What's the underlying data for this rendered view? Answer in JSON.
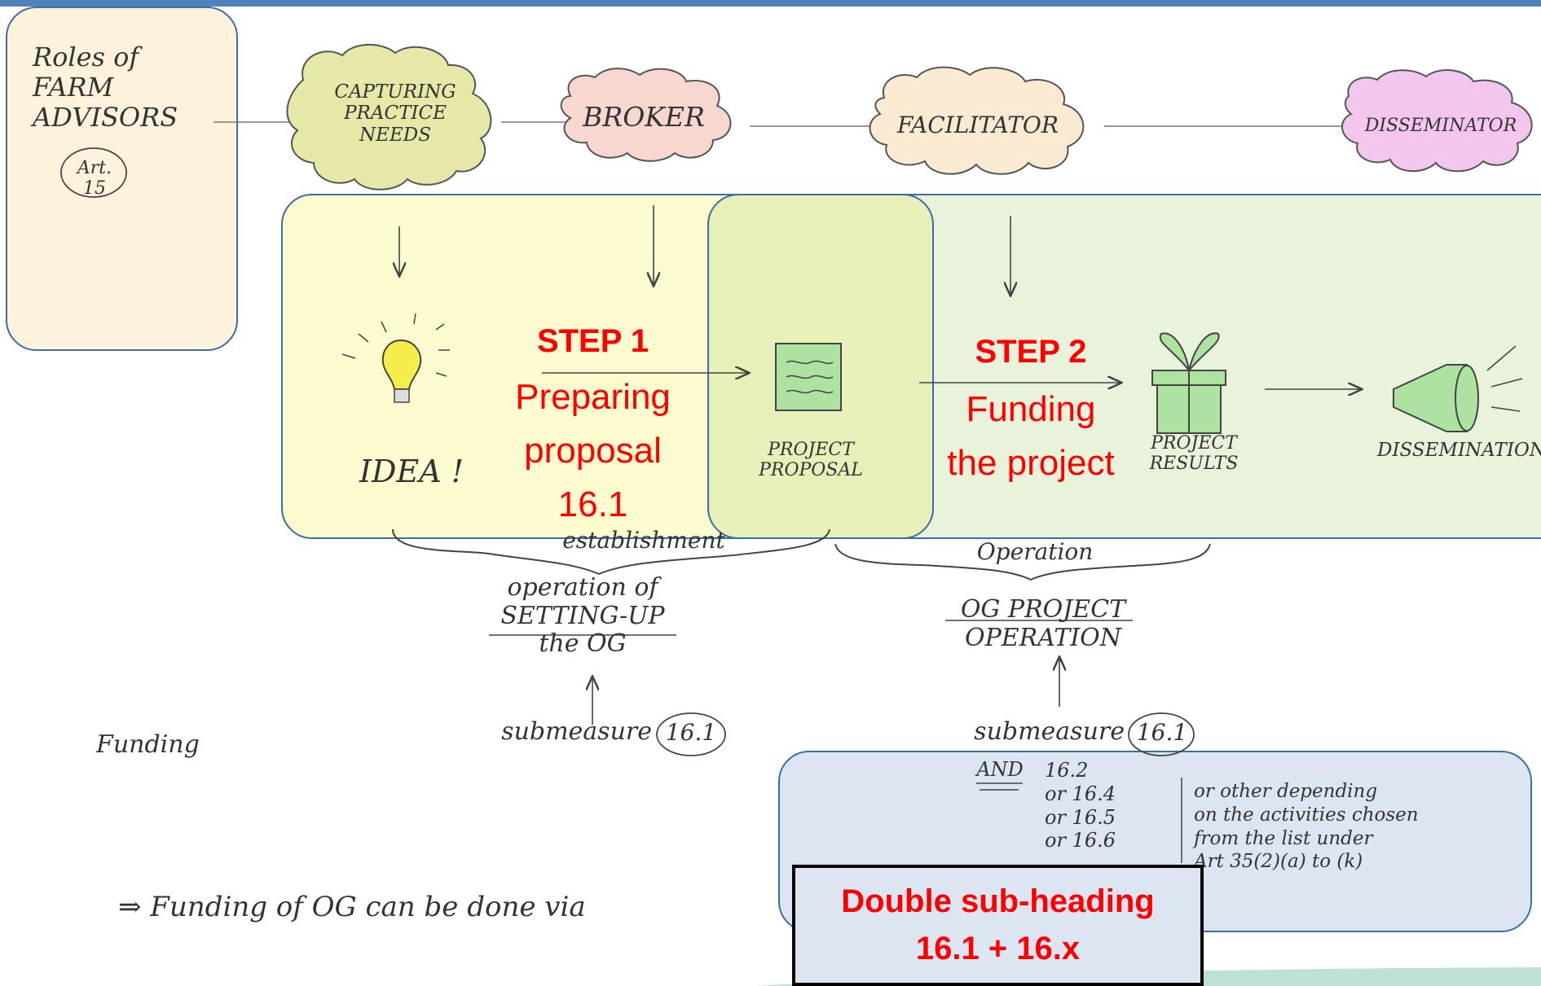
{
  "roles": {
    "label": "Roles of\nFARM\nADVISORS",
    "article": "Art. 15"
  },
  "clouds": {
    "capturing": "CAPTURING\nPRACTICE\nNEEDS",
    "broker": "BROKER",
    "facilitator": "FACILITATOR",
    "disseminator": "DISSEMINATOR"
  },
  "nodes": {
    "idea": "IDEA !",
    "project_proposal": "PROJECT\nPROPOSAL",
    "project_results": "PROJECT\nRESULTS",
    "dissemination": "DISSEMINATION"
  },
  "step1": {
    "title": "STEP 1",
    "text": "Preparing\nproposal\n16.1"
  },
  "step2": {
    "title": "STEP 2",
    "text": "Funding\nthe project"
  },
  "notes": {
    "establishment": "establishment",
    "operation": "Operation",
    "setting_up": "operation of\nSETTING-UP\nthe OG",
    "og_project": "OG PROJECT\nOPERATION",
    "funding": "Funding",
    "submeasure_left": "submeasure",
    "submeasure_left_num": "16.1",
    "submeasure_right": "submeasure",
    "submeasure_right_num": "16.1",
    "and": "AND",
    "measures": "16.2\nor 16.4\nor 16.5\nor 16.6",
    "other": "or other depending\non the activities chosen\nfrom the list under\nArt 35(2)(a) to (k)",
    "funding_via": "⇒ Funding of OG can be done via"
  },
  "callout": {
    "text": "Double sub-heading\n16.1 + 16.x"
  },
  "colors": {
    "accent": "#4f81bd",
    "red": "#ff0000",
    "roles_box": "#fdf3dc",
    "capture_cloud": "#e6e8a8",
    "broker_cloud": "#f7d7d0",
    "facilitator_cloud": "#fbead2",
    "disseminator_cloud": "#f3c6ee",
    "step1_box": "#fbfbcf",
    "step2_box": "#e9f3dc",
    "overlap_box": "#e7f0b8",
    "blue_box": "#dce6f2"
  }
}
